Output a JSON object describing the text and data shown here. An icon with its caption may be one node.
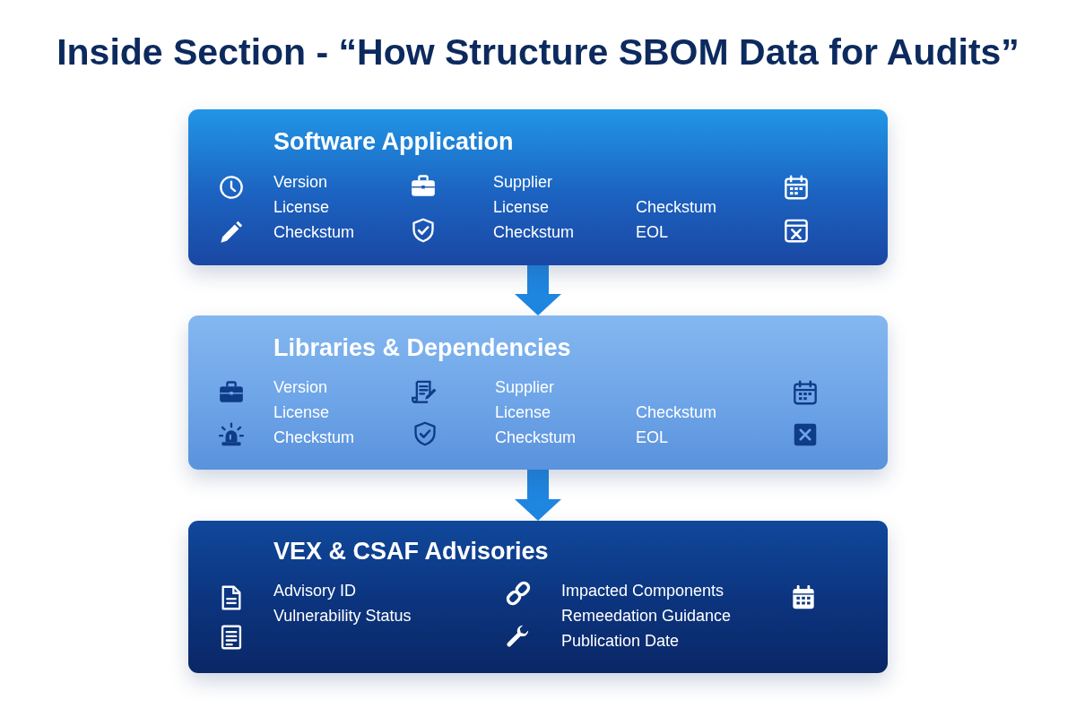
{
  "diagram": {
    "title": "Inside Section - “How Structure SBOM Data for Audits”",
    "nodes": [
      {
        "text": [
          "Software Application",
          "Version",
          "License",
          "Checkstum",
          "Supplier",
          "License",
          "Checkstum",
          "Checkstum",
          "EOL"
        ]
      },
      {
        "text": [
          "Libraries & Dependencies",
          "Version",
          "License",
          "Checkstum",
          "Supplier",
          "License",
          "Checkstum",
          "Checkstum",
          "EOL"
        ]
      },
      {
        "text": [
          "VEX & CSAF Advisories",
          "Advisory ID",
          "Vulnerability Status",
          "Impacted Components",
          "Remeedation Guidance",
          "Publication Date"
        ]
      }
    ],
    "edges": [
      {
        "from": 0,
        "to": 1,
        "arrow": "to"
      },
      {
        "from": 1,
        "to": 2,
        "arrow": "to"
      }
    ]
  }
}
